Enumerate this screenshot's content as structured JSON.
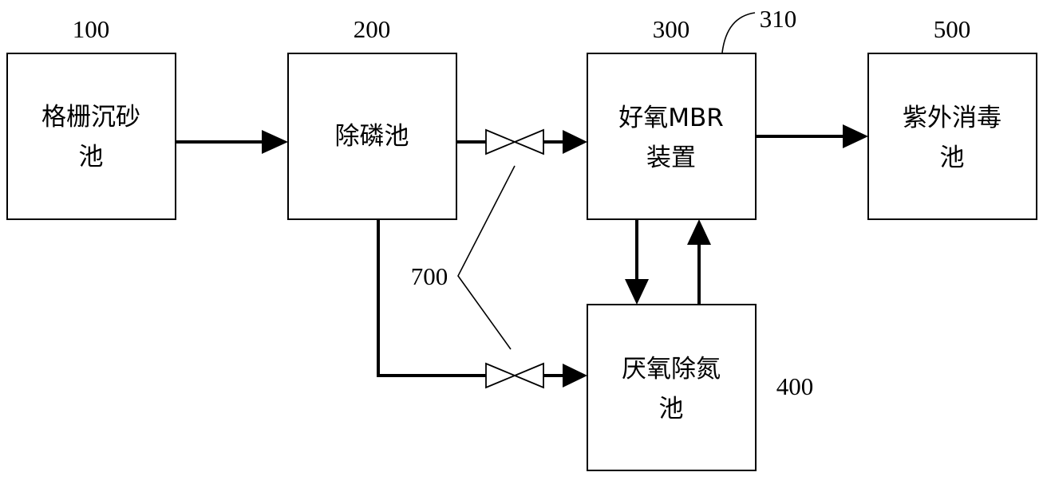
{
  "units": [
    {
      "id": "100",
      "label_lines": [
        "格栅沉砂",
        "池"
      ]
    },
    {
      "id": "200",
      "label_lines": [
        "除磷池"
      ]
    },
    {
      "id": "300",
      "label_lines": [
        "好氧MBR",
        "装置"
      ]
    },
    {
      "id": "400",
      "label_lines": [
        "厌氧除氮",
        "池"
      ]
    },
    {
      "id": "500",
      "label_lines": [
        "紫外消毒",
        "池"
      ]
    }
  ],
  "component_refs": {
    "membrane": "310",
    "valves": "700"
  }
}
